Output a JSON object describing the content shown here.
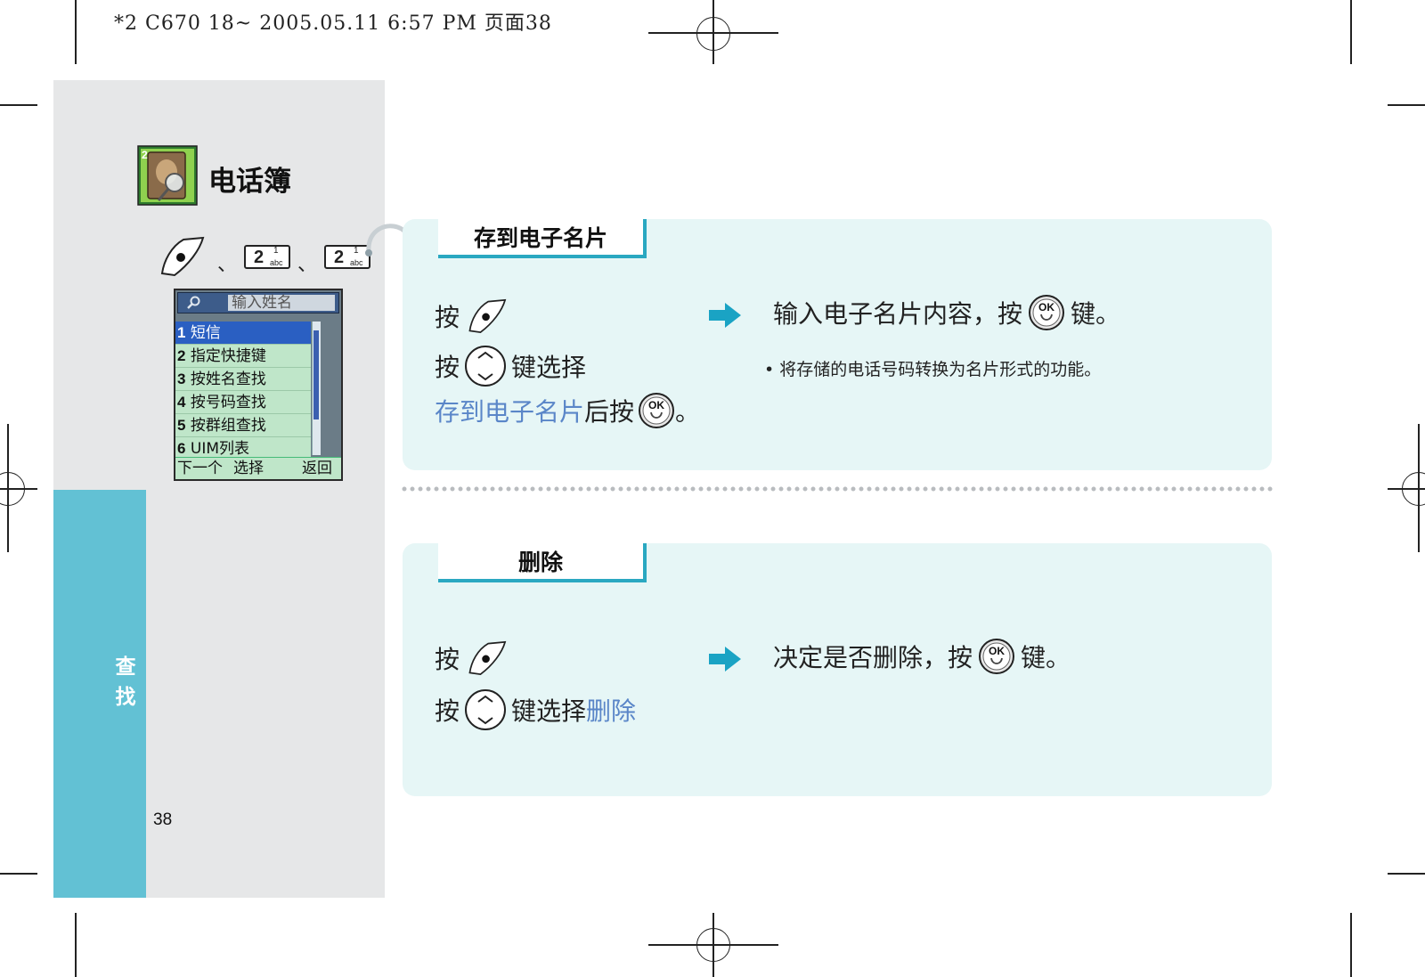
{
  "print_header": "*2 C670 18~ 2005.05.11 6:57 PM 页面38",
  "sidebar": {
    "tab_label": [
      "查",
      "找"
    ],
    "page_number": "38"
  },
  "chapter": {
    "icon_badge": "2",
    "title": "电话簿"
  },
  "key_sequence": {
    "keys": [
      {
        "num": "2",
        "sup": "1",
        "sub": "abc"
      },
      {
        "num": "2",
        "sup": "1",
        "sub": "abc"
      }
    ],
    "separator": "、"
  },
  "phone_screen": {
    "search_placeholder": "输入姓名",
    "menu_items": [
      {
        "num": "1",
        "label": "短信",
        "selected": true
      },
      {
        "num": "2",
        "label": "指定快捷键",
        "selected": false
      },
      {
        "num": "3",
        "label": "按姓名查找",
        "selected": false
      },
      {
        "num": "4",
        "label": "按号码查找",
        "selected": false
      },
      {
        "num": "5",
        "label": "按群组查找",
        "selected": false
      },
      {
        "num": "6",
        "label": "UIM列表",
        "selected": false
      }
    ],
    "softkeys": {
      "left": "下一个",
      "center": "选择",
      "right": "返回"
    }
  },
  "sections": [
    {
      "title": "存到电子名片",
      "steps": {
        "s1_prefix": "按",
        "s2_prefix": "按",
        "s2_suffix": "键选择",
        "s3_highlight": "存到电子名片",
        "s3_middle": "后按",
        "s3_end": "。"
      },
      "result": {
        "prefix": "输入电子名片内容，按",
        "suffix": "键。"
      },
      "note": "• 将存储的电话号码转换为名片形式的功能。"
    },
    {
      "title": "删除",
      "steps": {
        "s1_prefix": "按",
        "s2_prefix": "按",
        "s2_suffix": "键选择",
        "s2_highlight": "删除"
      },
      "result": {
        "prefix": "决定是否删除，按",
        "suffix": "键。"
      }
    }
  ],
  "icons": {
    "menu_key": "menu-key-icon",
    "nav_key": "navigation-key-icon",
    "ok_key": "ok-key-icon",
    "arrow": "right-arrow-icon"
  },
  "colors": {
    "accent": "#2aa8c1",
    "sidebar_tab": "#62c1d4",
    "panel_bg": "#e6f6f6",
    "highlight_text": "#5a86c8",
    "sidebar_gray": "#e6e7e8"
  }
}
